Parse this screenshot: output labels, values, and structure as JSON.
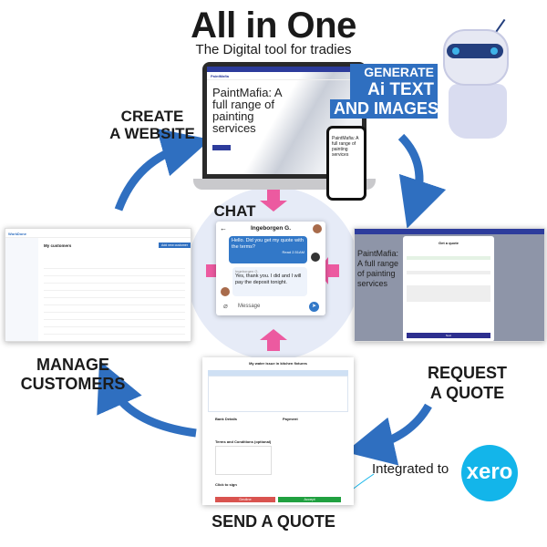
{
  "header": {
    "title": "All in One",
    "subtitle": "The Digital tool for tradies"
  },
  "ai": {
    "line1": "GENERATE",
    "line2": "Ai TEXT",
    "line3": "AND IMAGES"
  },
  "labels": {
    "create_website": "CREATE\nA WEBSITE",
    "chat": "CHAT",
    "manage_customers": "MANAGE\nCUSTOMERS",
    "request_quote": "REQUEST\nA QUOTE",
    "send_quote": "SEND A QUOTE",
    "integrated": "Integrated to",
    "xero": "xero"
  },
  "website": {
    "brand": "PaintMafia",
    "hero": "PaintMafia: A full range of painting services",
    "phone_hero": "PaintMafia: A full range of painting services"
  },
  "chat": {
    "contact": "Ingeborgen G.",
    "message_out": "Hello. Did you get my quote with the terms?",
    "read_status": "Read 2.51AM",
    "sender": "Ingeborgen G.",
    "message_in": "Yes, thank you. I did and I will pay the deposit tonight.",
    "input_placeholder": "Message"
  },
  "customers": {
    "brand": "WorkDone",
    "heading": "My customers",
    "add_button": "Add new customer"
  },
  "quote_form": {
    "title": "Get a quote",
    "next": "Next"
  },
  "quote_doc": {
    "title": "My water issue in kitchen fixtures",
    "bank": "Bank Details",
    "payment": "Payment",
    "terms": "Terms and Conditions (optional)",
    "sign": "Click to sign",
    "decline": "Decline",
    "accept": "Accept"
  },
  "colors": {
    "blue": "#2f6fc0",
    "pink": "#ec5aa0",
    "xero": "#13b5ea"
  }
}
